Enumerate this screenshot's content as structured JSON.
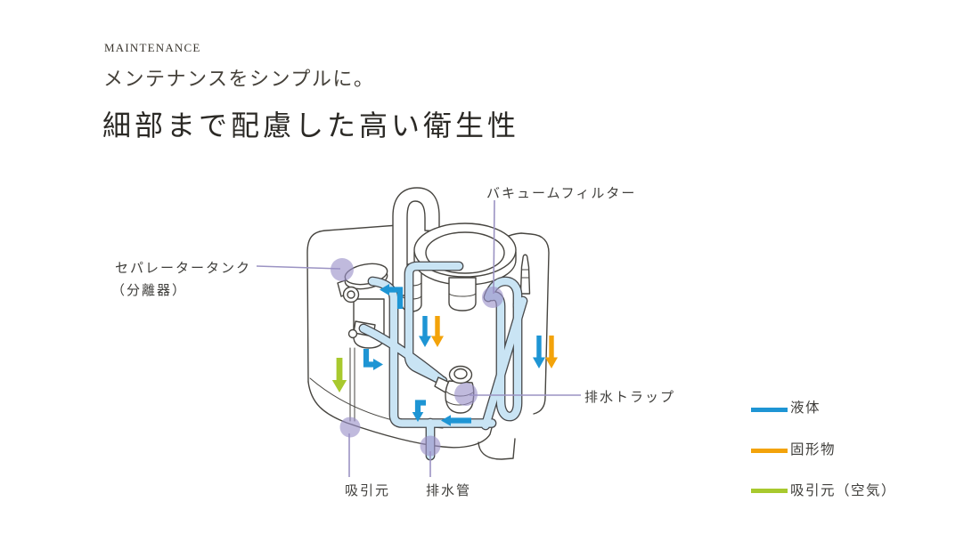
{
  "header": {
    "eyebrow": "MAINTENANCE",
    "subtitle": "メンテナンスをシンプルに。",
    "title": "細部まで配慮した高い衛生性"
  },
  "diagram": {
    "labels": {
      "separator_tank_line1": "セパレータータンク",
      "separator_tank_line2": "（分離器）",
      "vacuum_filter": "バキュームフィルター",
      "drain_trap": "排水トラップ",
      "suction_source": "吸引元",
      "drain_pipe": "排水管"
    },
    "colors": {
      "liquid": "#1e95d4",
      "solid": "#f3a30a",
      "air": "#a8c92e",
      "marker": "#9a90c8",
      "leader": "#9b93c3",
      "pipe_fill": "#c9e4f4",
      "pipe_outline": "#47484a",
      "line": "#474540"
    }
  },
  "legend": {
    "items": [
      {
        "label": "液体",
        "color": "#1e95d4"
      },
      {
        "label": "固形物",
        "color": "#f3a30a"
      },
      {
        "label": "吸引元（空気）",
        "color": "#a8c92e"
      }
    ]
  }
}
